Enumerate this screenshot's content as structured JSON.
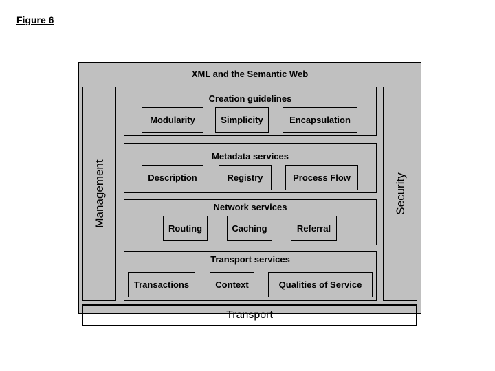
{
  "figure_label": "Figure 6",
  "title": "XML and the Semantic Web",
  "side_left": "Management",
  "side_right": "Security",
  "layers": [
    {
      "title": "Creation guidelines",
      "items": [
        "Modularity",
        "Simplicity",
        "Encapsulation"
      ]
    },
    {
      "title": "Metadata services",
      "items": [
        "Description",
        "Registry",
        "Process Flow"
      ]
    },
    {
      "title": "Network services",
      "items": [
        "Routing",
        "Caching",
        "Referral"
      ]
    },
    {
      "title": "Transport services",
      "items": [
        "Transactions",
        "Context",
        "Qualities of Service"
      ]
    }
  ],
  "base": "Transport"
}
